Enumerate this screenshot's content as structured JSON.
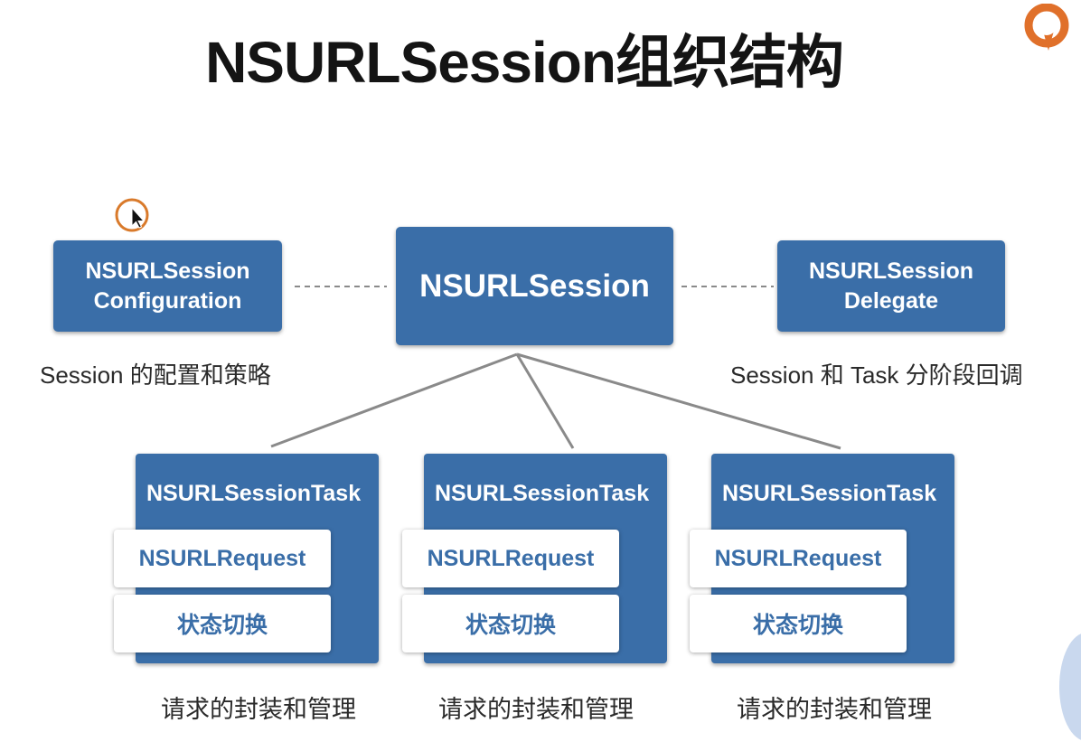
{
  "title": "NSURLSession组织结构",
  "top_nodes": {
    "config": {
      "line1": "NSURLSession",
      "line2": "Configuration",
      "caption": "Session 的配置和策略"
    },
    "session": {
      "label": "NSURLSession"
    },
    "delegate": {
      "line1": "NSURLSession",
      "line2": "Delegate",
      "caption": "Session 和 Task 分阶段回调"
    }
  },
  "tasks": [
    {
      "title": "NSURLSessionTask",
      "request": "NSURLRequest",
      "state": "状态切换",
      "caption": "请求的封装和管理"
    },
    {
      "title": "NSURLSessionTask",
      "request": "NSURLRequest",
      "state": "状态切换",
      "caption": "请求的封装和管理"
    },
    {
      "title": "NSURLSessionTask",
      "request": "NSURLRequest",
      "state": "状态切换",
      "caption": "请求的封装和管理"
    }
  ],
  "colors": {
    "box": "#3a6ea8",
    "line": "#8a8a8a",
    "logo": "#e0702a"
  }
}
